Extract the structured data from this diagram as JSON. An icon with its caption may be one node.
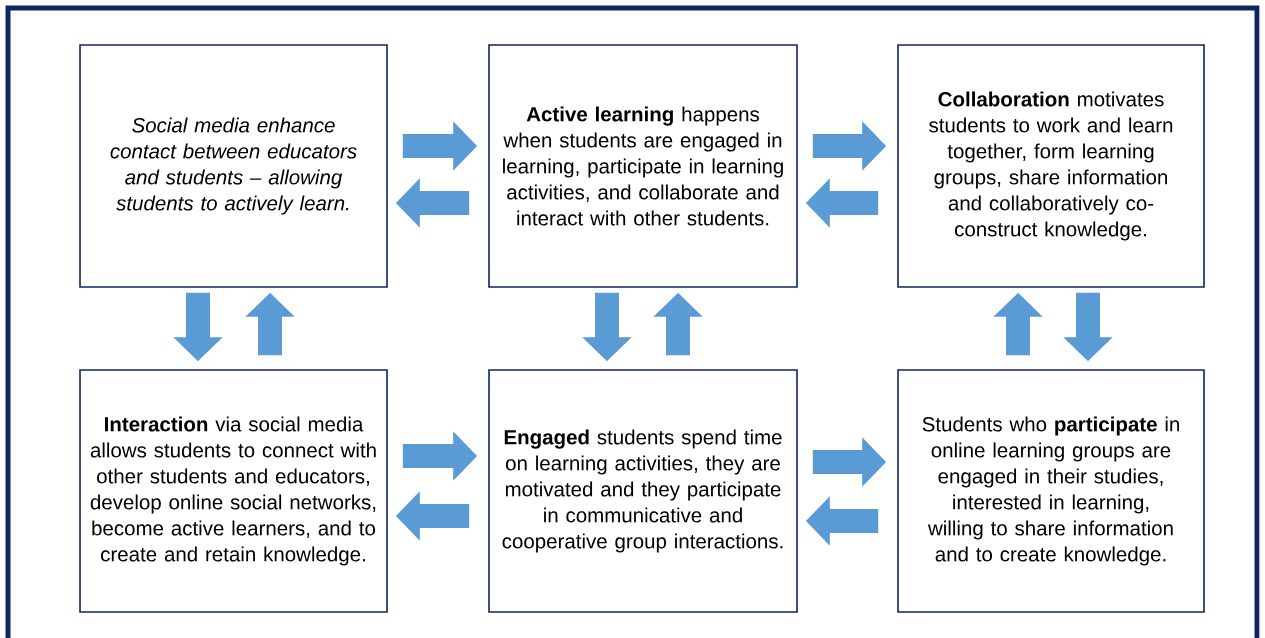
{
  "diagram": {
    "nodes": [
      {
        "text": [
          "Social media enhance contact between educators and students – allowing students to actively learn."
        ]
      },
      {
        "text": [
          "**Active learning** happens when students are engaged in learning, participate in learning activities, and collaborate and interact with other students."
        ]
      },
      {
        "text": [
          "**Collaboration** motivates students to work and learn together, form learning groups, share information and collaboratively co-construct knowledge."
        ]
      },
      {
        "text": [
          "**Interaction** via social media allows students to connect with other students and educators, develop online social networks, become active learners, and to create and retain knowledge."
        ]
      },
      {
        "text": [
          "**Engaged** students spend time on learning activities, they are motivated and they participate in communicative and cooperative group interactions."
        ]
      },
      {
        "text": [
          "Students who **participate** in online learning groups are engaged in their studies, interested in learning, willing to share information and to create knowledge."
        ]
      }
    ],
    "edges": [
      {
        "from": 0,
        "to": 1,
        "arrow": "to"
      },
      {
        "from": 1,
        "to": 0,
        "arrow": "to"
      },
      {
        "from": 1,
        "to": 2,
        "arrow": "to"
      },
      {
        "from": 2,
        "to": 1,
        "arrow": "to"
      },
      {
        "from": 0,
        "to": 3,
        "arrow": "to"
      },
      {
        "from": 3,
        "to": 0,
        "arrow": "to"
      },
      {
        "from": 1,
        "to": 4,
        "arrow": "to"
      },
      {
        "from": 4,
        "to": 1,
        "arrow": "to"
      },
      {
        "from": 5,
        "to": 2,
        "arrow": "to"
      },
      {
        "from": 2,
        "to": 5,
        "arrow": "to"
      },
      {
        "from": 3,
        "to": 4,
        "arrow": "to"
      },
      {
        "from": 4,
        "to": 3,
        "arrow": "to"
      },
      {
        "from": 4,
        "to": 5,
        "arrow": "to"
      },
      {
        "from": 5,
        "to": 4,
        "arrow": "to"
      }
    ]
  }
}
